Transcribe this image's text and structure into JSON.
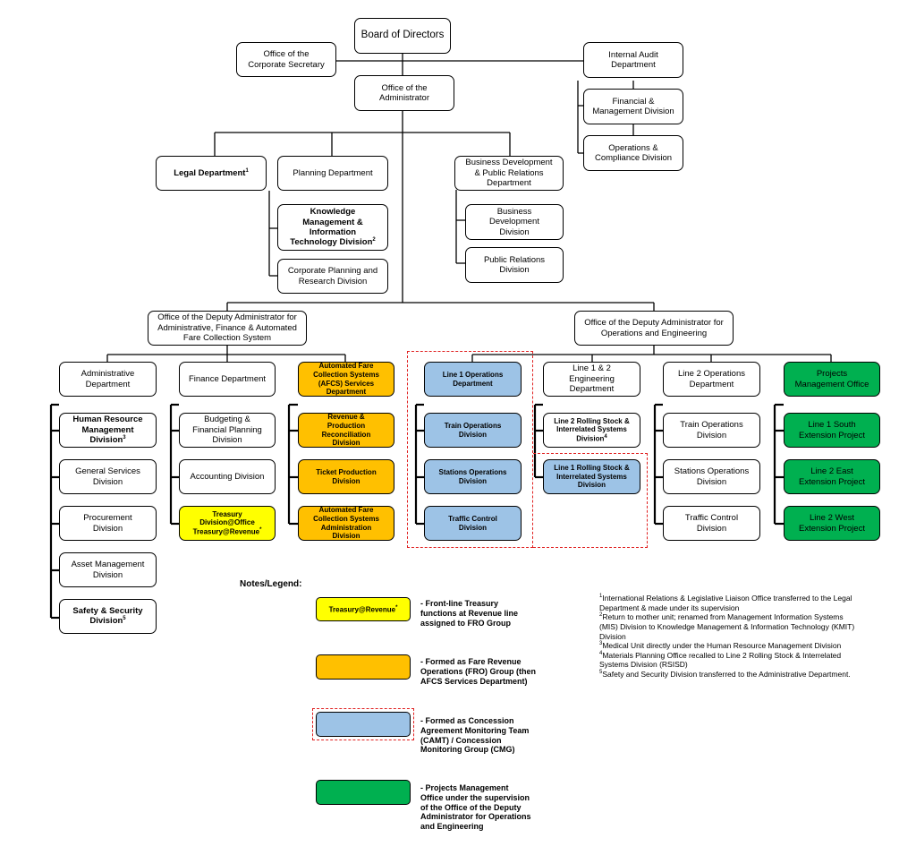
{
  "org": {
    "board": "Board of Directors",
    "corp_secretary": "Office of the\nCorporate Secretary",
    "internal_audit": "Internal Audit\nDepartment",
    "fin_mgmt": "Financial &\nManagement Division",
    "ops_compliance": "Operations &\nCompliance Division",
    "administrator": "Office of the\nAdministrator",
    "legal": "Legal Department",
    "planning": "Planning Department",
    "kmit": "Knowledge\nManagement &\nInformation\nTechnology Division",
    "corp_planning": "Corporate Planning and\nResearch Division",
    "bizdev_pr": "Business Development\n& Public Relations\nDepartment",
    "bizdev": "Business\nDevelopment\nDivision",
    "pr": "Public Relations\nDivision",
    "deputy_admin": "Office of the Deputy Administrator for\nAdministrative, Finance & Automated\nFare Collection System",
    "deputy_ops": "Office of the Deputy Administrator for\nOperations and Engineering",
    "admin_dept": "Administrative\nDepartment",
    "hr": "Human Resource\nManagement\nDivision",
    "general_services": "General Services\nDivision",
    "procurement": "Procurement\nDivision",
    "asset_mgmt": "Asset Management\nDivision",
    "safety": "Safety & Security\nDivision",
    "finance_dept": "Finance Department",
    "budgeting": "Budgeting &\nFinancial Planning\nDivision",
    "accounting": "Accounting Division",
    "treasury": "Treasury\nDivision@Office\nTreasury@Revenue",
    "afcs_dept": "Automated Fare\nCollection Systems\n(AFCS) Services\nDepartment",
    "revenue": "Revenue &\nProduction\nReconciliation\nDivision",
    "ticket": "Ticket Production\nDivision",
    "afcs_admin": "Automated Fare\nCollection Systems\nAdministration\nDivision",
    "line1_ops": "Line 1 Operations\nDepartment",
    "train_ops": "Train Operations\nDivision",
    "stations_ops": "Stations Operations\nDivision",
    "traffic": "Traffic Control\nDivision",
    "line12_eng": "Line 1 & 2\nEngineering\nDepartment",
    "line2_rolling": "Line 2 Rolling Stock &\nInterrelated Systems\nDivision",
    "line1_rolling": "Line 1 Rolling Stock &\nInterrelated Systems\nDivision",
    "line2_ops": "Line 2 Operations\nDepartment",
    "l2_train": "Train Operations\nDivision",
    "l2_stations": "Stations Operations\nDivision",
    "l2_traffic": "Traffic Control\nDivision",
    "pmo": "Projects\nManagement Office",
    "l1_south": "Line 1 South\nExtension Project",
    "l2_east": "Line 2 East\nExtension Project",
    "l2_west": "Line 2 West\nExtension Project",
    "sup1": "1",
    "sup2": "2",
    "sup3": "3",
    "sup4": "4",
    "sup5": "5",
    "sup_star": "*"
  },
  "legend": {
    "title": "Notes/Legend:",
    "swatch_treasury": "Treasury@Revenue",
    "item1": "- Front-line Treasury\nfunctions at Revenue line\nassigned to FRO Group",
    "item2": "- Formed as Fare Revenue\nOperations (FRO) Group (then\nAFCS Services Department)",
    "item3": "- Formed as Concession\nAgreement Monitoring Team\n(CAMT) / Concession\nMonitoring Group (CMG)",
    "item4": "- Projects Management\nOffice under the supervision\nof the Office of the Deputy\nAdministrator for Operations\nand Engineering"
  },
  "footnotes": [
    {
      "n": "1",
      "text": "International Relations & Legislative Liaison Office transferred to the Legal\nDepartment & made under its supervision"
    },
    {
      "n": "2",
      "text": "Return to mother unit; renamed from Management Information Systems\n(MIS) Division to Knowledge Management & Information Technology (KMIT)\nDivision"
    },
    {
      "n": "3",
      "text": "Medical Unit directly under the Human Resource Management Division"
    },
    {
      "n": "4",
      "text": "Materials Planning Office recalled to Line 2 Rolling Stock & Interrelated\nSystems Division (RSISD)"
    },
    {
      "n": "5",
      "text": "Safety and Security Division transferred to the Administrative Department."
    }
  ],
  "colors": {
    "yellow": "#ffff00",
    "orange": "#ffc000",
    "blue": "#9dc3e6",
    "green": "#00b050",
    "dashed_border": "#e02020"
  }
}
